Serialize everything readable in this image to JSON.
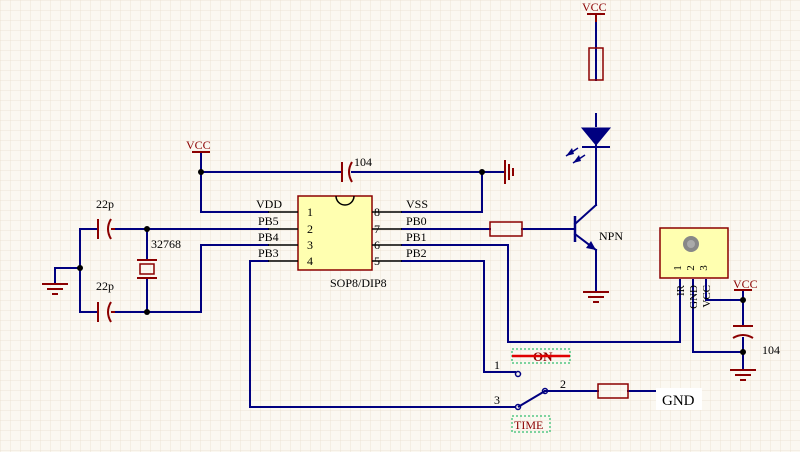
{
  "ic": {
    "package_label": "SOP8/DIP8",
    "left_pins": [
      {
        "name": "VDD",
        "num": "1"
      },
      {
        "name": "PB5",
        "num": "2"
      },
      {
        "name": "PB4",
        "num": "3"
      },
      {
        "name": "PB3",
        "num": "4"
      }
    ],
    "right_pins": [
      {
        "name": "VSS",
        "num": "8"
      },
      {
        "name": "PB0",
        "num": "7"
      },
      {
        "name": "PB1",
        "num": "6"
      },
      {
        "name": "PB2",
        "num": "5"
      }
    ]
  },
  "power": {
    "vcc_top": "VCC",
    "vcc_ic": "VCC",
    "vcc_right": "VCC"
  },
  "components": {
    "decoupling_cap": "104",
    "right_cap": "104",
    "cap_top": "22p",
    "cap_bottom": "22p",
    "crystal": "32768",
    "transistor": "NPN"
  },
  "ir_receiver": {
    "pins": [
      "1",
      "2",
      "3"
    ],
    "labels": [
      "IR",
      "GND",
      "VCC"
    ]
  },
  "switch": {
    "pin1": "1",
    "pin2": "2",
    "pin3": "3",
    "on_label": "ON",
    "time_label": "TIME"
  },
  "gnd_label": "GND",
  "colors": {
    "wire": "#000080",
    "component": "#8b0000",
    "ic_fill": "#ffffb0",
    "grid": "#eadfce",
    "background": "#fbf8f1"
  }
}
